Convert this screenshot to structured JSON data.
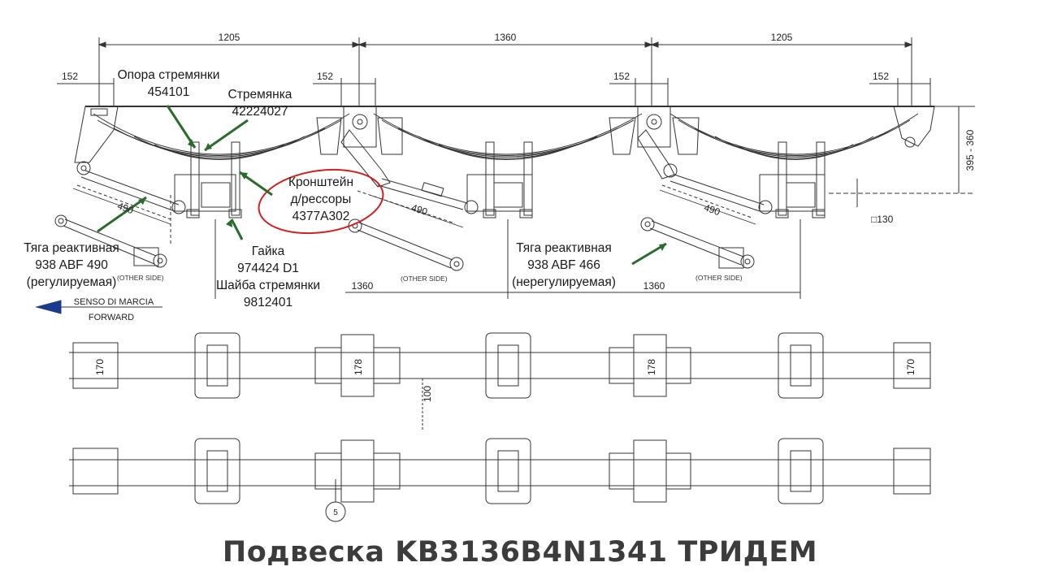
{
  "title": "Подвеска KB3136B4N1341 ТРИДЕМ",
  "dimensions": {
    "span_left": "1205",
    "span_mid": "1360",
    "span_right": "1205",
    "hanger_offset_1": "152",
    "hanger_offset_2": "152",
    "hanger_offset_3": "152",
    "hanger_offset_4": "152",
    "height_range": "395 - 360",
    "rod_length_1": "490",
    "rod_length_2": "490",
    "rod_length_3": "490",
    "axle_spacing_left": "1360",
    "axle_spacing_right": "1360",
    "square_section": "□130",
    "hanger_width_left": "170",
    "hanger_width_right": "170",
    "bracket_width_1": "178",
    "bracket_width_2": "178",
    "offset_100": "100",
    "callout_number": "5"
  },
  "direction": {
    "line1": "SENSO DI MARCIA",
    "line2": "FORWARD"
  },
  "other_side": [
    "(OTHER SIDE)",
    "(OTHER SIDE)",
    "(OTHER SIDE)"
  ],
  "labels": {
    "stirrup_support": {
      "line1": "Опора стремянки",
      "line2": "454101"
    },
    "stirrup": {
      "line1": "Стремянка",
      "line2": "42224027"
    },
    "spring_bracket": {
      "line1": "Кронштейн",
      "line2": "д/рессоры",
      "line3": "4377A302"
    },
    "reaction_rod_adj": {
      "line1": "Тяга реактивная",
      "line2": "938 ABF 490",
      "line3": "(регулируемая)"
    },
    "nut_washer": {
      "line1": "Гайка",
      "line2": "974424 D1",
      "line3": "Шайба стремянки",
      "line4": "9812401"
    },
    "reaction_rod_fixed": {
      "line1": "Тяга реактивная",
      "line2": "938 ABF 466",
      "line3": "(нерегулируемая)"
    }
  },
  "colors": {
    "arrow": "#2d6a2d",
    "highlight_circle": "#cc2222",
    "line": "#333333",
    "title": "#3c3c3c"
  }
}
